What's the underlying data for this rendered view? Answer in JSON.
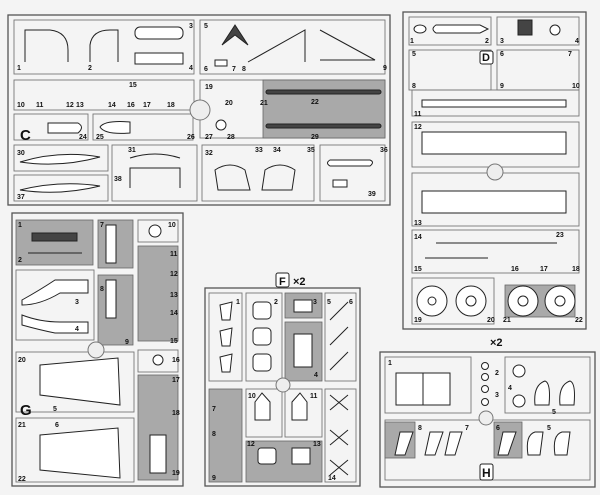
{
  "sprues": {
    "C": {
      "letter": "C",
      "parts": [
        "1",
        "2",
        "3",
        "4",
        "5",
        "6",
        "7",
        "8",
        "9",
        "10",
        "11",
        "12",
        "13",
        "14",
        "15",
        "16",
        "17",
        "18",
        "19",
        "20",
        "21",
        "22",
        "24",
        "25",
        "26",
        "27",
        "28",
        "29",
        "30",
        "31",
        "32",
        "33",
        "34",
        "35",
        "36",
        "37",
        "38",
        "39"
      ]
    },
    "D": {
      "letter": "D",
      "parts": [
        "1",
        "2",
        "3",
        "4",
        "5",
        "6",
        "7",
        "8",
        "9",
        "10",
        "11",
        "12",
        "13",
        "14",
        "15",
        "16",
        "17",
        "18",
        "23",
        "19",
        "20",
        "21",
        "22"
      ]
    },
    "G": {
      "letter": "G",
      "parts": [
        "1",
        "2",
        "7",
        "10",
        "11",
        "12",
        "13",
        "14",
        "15",
        "3",
        "4",
        "8",
        "9",
        "20",
        "5",
        "16",
        "17",
        "18",
        "19",
        "21",
        "6",
        "22"
      ]
    },
    "F": {
      "letter": "F",
      "multiplier": "×2",
      "parts": [
        "1",
        "2",
        "3",
        "5",
        "6",
        "4",
        "10",
        "11",
        "7",
        "8",
        "9",
        "12",
        "13",
        "14"
      ]
    },
    "H": {
      "letter": "H",
      "multiplier": "×2",
      "parts": [
        "1",
        "2",
        "3",
        "4",
        "5",
        "8",
        "7",
        "6",
        "5"
      ]
    }
  },
  "colors": {
    "shade": "#a9a9a9",
    "outline": "#222222",
    "paper": "#f4f4f4"
  }
}
